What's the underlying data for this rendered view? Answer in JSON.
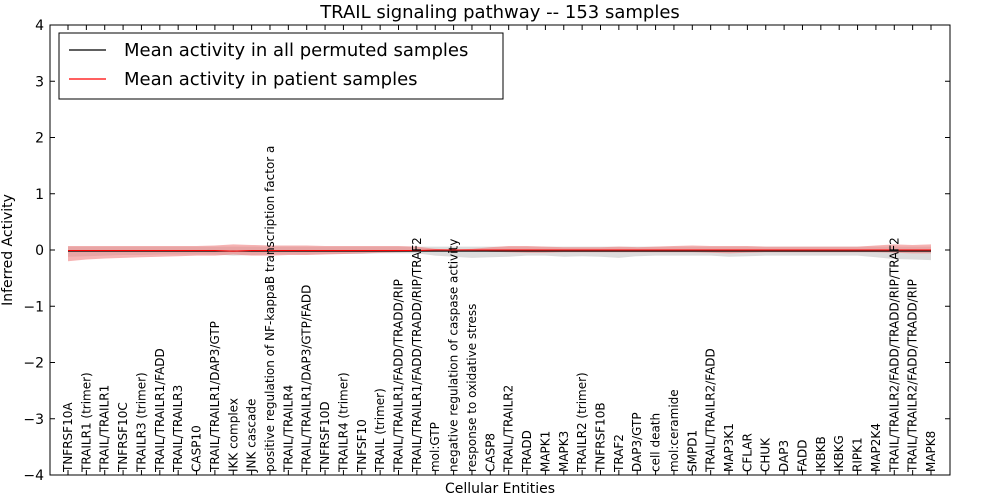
{
  "chart_data": {
    "type": "line",
    "title": "TRAIL signaling pathway -- 153 samples",
    "xlabel": "Cellular Entities",
    "ylabel": "Inferred Activity",
    "ylim": [
      -4,
      4
    ],
    "yticks": [
      "4",
      "3",
      "2",
      "1",
      "0",
      "−1",
      "−2",
      "−3",
      "−4"
    ],
    "grid": false,
    "legend_position": "top-left",
    "categories": [
      "TNFRSF10A",
      "TRAILR1 (trimer)",
      "TRAIL/TRAILR1",
      "TNFRSF10C",
      "TRAILR3 (trimer)",
      "TRAIL/TRAILR1/FADD",
      "TRAIL/TRAILR3",
      "CASP10",
      "TRAIL/TRAILR1/DAP3/GTP",
      "IKK complex",
      "JNK cascade",
      "positive regulation of NF-kappaB transcription factor a",
      "TRAIL/TRAILR4",
      "TRAIL/TRAILR1/DAP3/GTP/FADD",
      "TNFRSF10D",
      "TRAILR4 (trimer)",
      "TNFSF10",
      "TRAIL (trimer)",
      "TRAIL/TRAILR1/FADD/TRADD/RIP",
      "TRAIL/TRAILR1/FADD/TRADD/RIP/TRAF2",
      "mol:GTP",
      "negative regulation of caspase activity",
      "response to oxidative stress",
      "CASP8",
      "TRAIL/TRAILR2",
      "TRADD",
      "MAPK1",
      "MAPK3",
      "TRAILR2 (trimer)",
      "TNFRSF10B",
      "TRAF2",
      "DAP3/GTP",
      "cell death",
      "mol:ceramide",
      "SMPD1",
      "TRAIL/TRAILR2/FADD",
      "MAP3K1",
      "CFLAR",
      "CHUK",
      "DAP3",
      "FADD",
      "IKBKB",
      "IKBKG",
      "RIPK1",
      "MAP2K4",
      "TRAIL/TRAILR2/FADD/TRADD/RIP/TRAF2",
      "TRAIL/TRAILR2/FADD/TRADD/RIP",
      "MAPK8"
    ],
    "series": [
      {
        "name": "Mean activity in all permuted samples",
        "color": "#000000",
        "band_color": "#bfbfbf",
        "values": [
          -0.02,
          -0.02,
          -0.02,
          -0.02,
          -0.02,
          -0.02,
          -0.02,
          -0.02,
          -0.02,
          -0.02,
          -0.02,
          -0.02,
          -0.02,
          -0.02,
          -0.02,
          -0.02,
          -0.02,
          -0.02,
          -0.02,
          -0.02,
          -0.02,
          -0.02,
          -0.02,
          -0.02,
          -0.02,
          -0.02,
          -0.02,
          -0.02,
          -0.02,
          -0.02,
          -0.02,
          -0.02,
          -0.02,
          -0.02,
          -0.02,
          -0.02,
          -0.02,
          -0.02,
          -0.02,
          -0.02,
          -0.02,
          -0.02,
          -0.02,
          -0.02,
          -0.02,
          -0.02,
          -0.02,
          -0.02
        ],
        "band_low": [
          -0.12,
          -0.11,
          -0.1,
          -0.09,
          -0.09,
          -0.08,
          -0.08,
          -0.08,
          -0.08,
          -0.1,
          -0.09,
          -0.08,
          -0.08,
          -0.08,
          -0.07,
          -0.07,
          -0.07,
          -0.06,
          -0.06,
          -0.06,
          -0.1,
          -0.12,
          -0.14,
          -0.13,
          -0.12,
          -0.1,
          -0.1,
          -0.12,
          -0.11,
          -0.12,
          -0.14,
          -0.11,
          -0.1,
          -0.1,
          -0.1,
          -0.1,
          -0.12,
          -0.11,
          -0.1,
          -0.1,
          -0.1,
          -0.1,
          -0.1,
          -0.1,
          -0.13,
          -0.16,
          -0.17,
          -0.18
        ],
        "band_high": [
          0.06,
          0.06,
          0.06,
          0.06,
          0.06,
          0.06,
          0.06,
          0.06,
          0.06,
          0.06,
          0.06,
          0.06,
          0.06,
          0.06,
          0.06,
          0.06,
          0.06,
          0.06,
          0.06,
          0.06,
          0.06,
          0.06,
          0.06,
          0.06,
          0.06,
          0.06,
          0.06,
          0.06,
          0.06,
          0.06,
          0.06,
          0.06,
          0.06,
          0.06,
          0.06,
          0.06,
          0.06,
          0.06,
          0.06,
          0.06,
          0.06,
          0.06,
          0.06,
          0.06,
          0.06,
          0.06,
          0.06,
          0.06
        ]
      },
      {
        "name": "Mean activity in patient samples",
        "color": "#ff0000",
        "band_color": "#f08080",
        "values": [
          -0.01,
          -0.01,
          -0.01,
          -0.01,
          -0.01,
          -0.01,
          -0.01,
          -0.01,
          -0.01,
          -0.02,
          -0.01,
          -0.01,
          -0.01,
          -0.01,
          -0.01,
          -0.01,
          -0.01,
          -0.01,
          -0.01,
          -0.01,
          0.0,
          0.0,
          0.0,
          0.0,
          0.0,
          0.0,
          0.0,
          0.0,
          0.0,
          0.0,
          0.0,
          0.0,
          0.0,
          0.0,
          0.0,
          0.0,
          0.0,
          0.0,
          0.0,
          0.0,
          0.0,
          0.0,
          0.0,
          0.0,
          0.0,
          0.0,
          0.0,
          0.0
        ],
        "band_low": [
          -0.2,
          -0.17,
          -0.15,
          -0.14,
          -0.13,
          -0.12,
          -0.11,
          -0.1,
          -0.1,
          -0.08,
          -0.1,
          -0.1,
          -0.09,
          -0.09,
          -0.08,
          -0.07,
          -0.06,
          -0.05,
          -0.04,
          -0.03,
          -0.01,
          -0.01,
          -0.01,
          -0.03,
          -0.04,
          -0.05,
          -0.05,
          -0.04,
          -0.04,
          -0.04,
          -0.04,
          -0.04,
          -0.04,
          -0.04,
          -0.04,
          -0.05,
          -0.06,
          -0.05,
          -0.04,
          -0.04,
          -0.04,
          -0.04,
          -0.04,
          -0.04,
          -0.04,
          -0.05,
          -0.06,
          -0.06
        ],
        "band_high": [
          0.07,
          0.07,
          0.07,
          0.07,
          0.07,
          0.07,
          0.07,
          0.07,
          0.08,
          0.1,
          0.09,
          0.08,
          0.08,
          0.08,
          0.07,
          0.07,
          0.07,
          0.07,
          0.07,
          0.06,
          0.02,
          0.01,
          0.02,
          0.05,
          0.07,
          0.07,
          0.06,
          0.05,
          0.05,
          0.05,
          0.06,
          0.05,
          0.06,
          0.07,
          0.08,
          0.07,
          0.07,
          0.07,
          0.06,
          0.06,
          0.06,
          0.06,
          0.06,
          0.06,
          0.08,
          0.1,
          0.09,
          0.1
        ]
      }
    ]
  }
}
